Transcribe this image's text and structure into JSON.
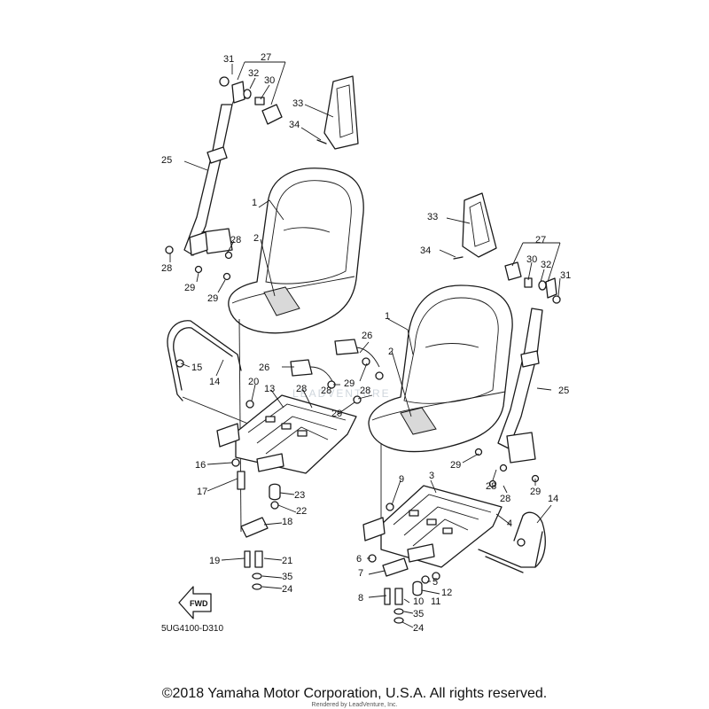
{
  "diagram_code": "5UG4100-D310",
  "fwd_label": "FWD",
  "watermark": "LEADVENTURE",
  "copyright": "©2018 Yamaha Motor Corporation, U.S.A. All rights reserved.",
  "rendered_by": "Rendered by LeadVenture, Inc.",
  "callouts": {
    "c1a": "1",
    "c2a": "2",
    "c1b": "1",
    "c2b": "2",
    "c3": "3",
    "c4": "4",
    "c5": "5",
    "c6": "6",
    "c7": "7",
    "c8": "8",
    "c9": "9",
    "c10": "10",
    "c11": "11",
    "c12": "12",
    "c13": "13",
    "c14a": "14",
    "c14b": "14",
    "c15": "15",
    "c16": "16",
    "c17": "17",
    "c18": "18",
    "c19": "19",
    "c20": "20",
    "c21": "21",
    "c22": "22",
    "c23": "23",
    "c24a": "24",
    "c24b": "24",
    "c25a": "25",
    "c25b": "25",
    "c26a": "26",
    "c26b": "26",
    "c27a": "27",
    "c27b": "27",
    "c28a": "28",
    "c28b": "28",
    "c28c": "28",
    "c28d": "28",
    "c28e": "28",
    "c28f": "28",
    "c29a": "29",
    "c29b": "29",
    "c29c": "29",
    "c29d": "29",
    "c29e": "29",
    "c29f": "29",
    "c30a": "30",
    "c30b": "30",
    "c31a": "31",
    "c31b": "31",
    "c32a": "32",
    "c32b": "32",
    "c33a": "33",
    "c33b": "33",
    "c34a": "34",
    "c34b": "34",
    "c35a": "35",
    "c35b": "35"
  }
}
